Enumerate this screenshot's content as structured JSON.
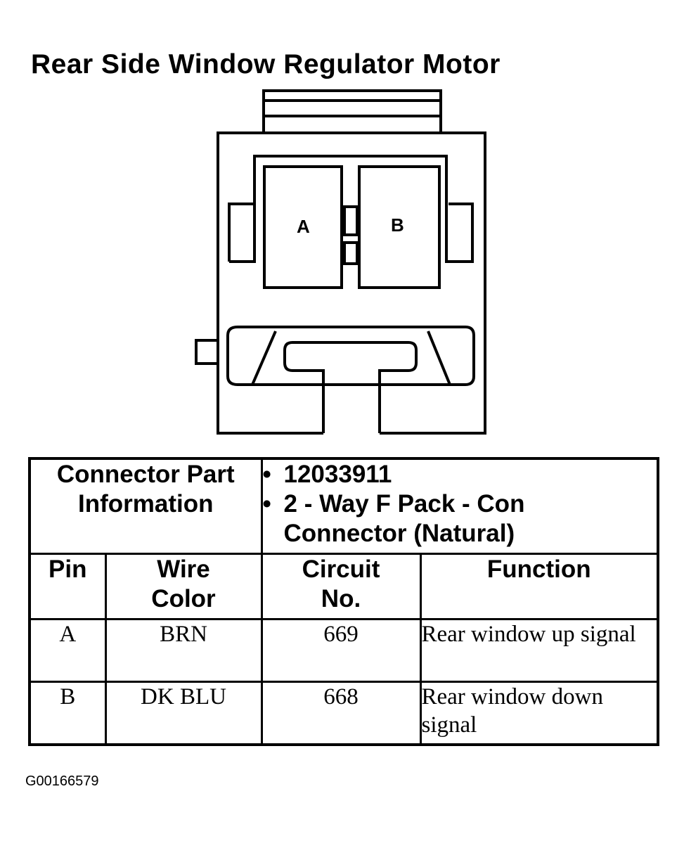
{
  "title": "Rear Side Window Regulator Motor",
  "connector": {
    "terminal_a": "A",
    "terminal_b": "B"
  },
  "table": {
    "part_info_label_line1": "Connector Part",
    "part_info_label_line2": "Information",
    "part_info_values": [
      "12033911",
      "2 - Way F Pack - Con",
      "Connector (Natural)"
    ],
    "bullet": "•",
    "headers": {
      "pin": "Pin",
      "wire_color_line1": "Wire",
      "wire_color_line2": "Color",
      "circuit_line1": "Circuit",
      "circuit_line2": "No.",
      "function": "Function"
    },
    "rows": [
      {
        "pin": "A",
        "wire_color": "BRN",
        "circuit": "669",
        "function": "Rear window up signal"
      },
      {
        "pin": "B",
        "wire_color": "DK BLU",
        "circuit": "668",
        "function": "Rear window down signal"
      }
    ]
  },
  "footer": "G00166579"
}
